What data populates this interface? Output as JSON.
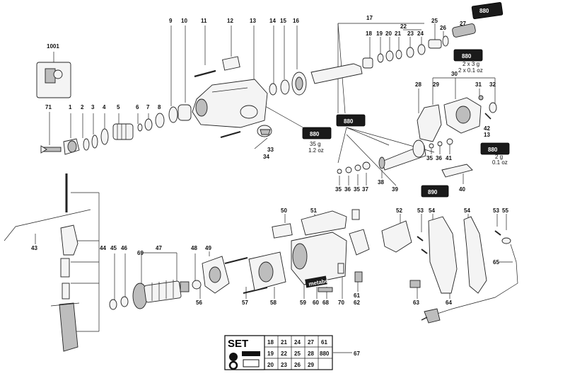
{
  "part_labels": [
    "1001",
    "71",
    "1",
    "2",
    "3",
    "4",
    "5",
    "6",
    "7",
    "8",
    "9",
    "10",
    "11",
    "12",
    "13",
    "14",
    "15",
    "16",
    "17",
    "18",
    "19",
    "20",
    "21",
    "22",
    "23",
    "24",
    "25",
    "26",
    "27",
    "28",
    "29",
    "30",
    "31",
    "32",
    "33",
    "34",
    "35",
    "36",
    "35",
    "37",
    "38",
    "39",
    "40",
    "41",
    "42",
    "13",
    "36",
    "35",
    "43",
    "44",
    "45",
    "46",
    "47",
    "48",
    "49",
    "50",
    "51",
    "52",
    "53",
    "54",
    "54",
    "53",
    "55",
    "56",
    "57",
    "58",
    "59",
    "60",
    "68",
    "70",
    "61",
    "62",
    "63",
    "64",
    "65",
    "69",
    "67"
  ],
  "lubricant": {
    "code_880": "880",
    "code_890": "890",
    "qty_35g": "35 g",
    "qty_12oz": "1.2 oz",
    "qty_2x3g": "2 x 3 g",
    "qty_2x01oz": "2 x 0.1 oz",
    "qty_2g": "2 g",
    "qty_01oz": "0.1 oz"
  },
  "set_table": {
    "word": "SET",
    "rows": [
      [
        "18",
        "21",
        "24",
        "27",
        "61"
      ],
      [
        "19",
        "22",
        "25",
        "28",
        "880"
      ],
      [
        "20",
        "23",
        "26",
        "29",
        ""
      ]
    ],
    "ref": "67"
  },
  "brand_mark": "metabo"
}
